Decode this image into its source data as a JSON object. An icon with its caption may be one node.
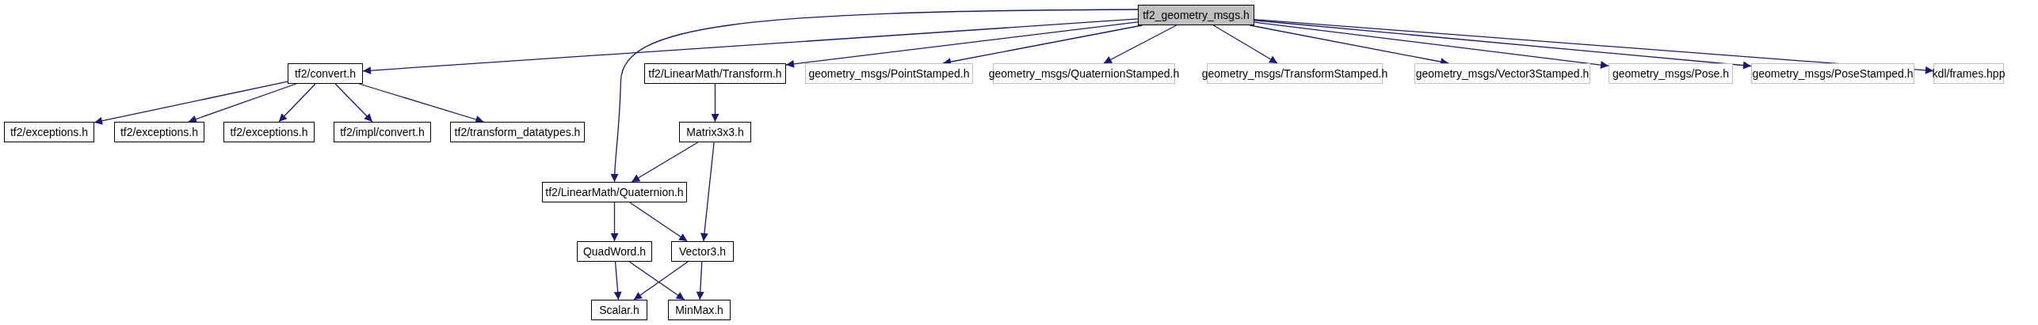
{
  "diagram": {
    "nodes": [
      {
        "text": [
          "tf2_geometry_msgs.h"
        ]
      },
      {
        "text": [
          "tf2/convert.h"
        ]
      },
      {
        "text": [
          "tf2/LinearMath/Transform.h"
        ]
      },
      {
        "text": [
          "geometry_msgs/PointStamped.h"
        ]
      },
      {
        "text": [
          "geometry_msgs/QuaternionStamped.h"
        ]
      },
      {
        "text": [
          "geometry_msgs/TransformStamped.h"
        ]
      },
      {
        "text": [
          "geometry_msgs/Vector3Stamped.h"
        ]
      },
      {
        "text": [
          "geometry_msgs/Pose.h"
        ]
      },
      {
        "text": [
          "geometry_msgs/PoseStamped.h"
        ]
      },
      {
        "text": [
          "kdl/frames.hpp"
        ]
      },
      {
        "text": [
          "tf2/exceptions.h"
        ]
      },
      {
        "text": [
          "tf2/exceptions.h"
        ]
      },
      {
        "text": [
          "tf2/exceptions.h"
        ]
      },
      {
        "text": [
          "tf2/impl/convert.h"
        ]
      },
      {
        "text": [
          "tf2/transform_datatypes.h"
        ]
      },
      {
        "text": [
          "Matrix3x3.h"
        ]
      },
      {
        "text": [
          "tf2/LinearMath/Quaternion.h"
        ]
      },
      {
        "text": [
          "QuadWord.h"
        ]
      },
      {
        "text": [
          "Vector3.h"
        ]
      },
      {
        "text": [
          "Scalar.h"
        ]
      },
      {
        "text": [
          "MinMax.h"
        ]
      }
    ],
    "edges": [
      {
        "from": 0,
        "to": 1,
        "arrow": "to"
      },
      {
        "from": 0,
        "to": 16,
        "arrow": "to"
      },
      {
        "from": 0,
        "to": 2,
        "arrow": "to"
      },
      {
        "from": 0,
        "to": 3,
        "arrow": "to"
      },
      {
        "from": 0,
        "to": 4,
        "arrow": "to"
      },
      {
        "from": 0,
        "to": 5,
        "arrow": "to"
      },
      {
        "from": 0,
        "to": 6,
        "arrow": "to"
      },
      {
        "from": 0,
        "to": 7,
        "arrow": "to"
      },
      {
        "from": 0,
        "to": 8,
        "arrow": "to"
      },
      {
        "from": 0,
        "to": 9,
        "arrow": "to"
      },
      {
        "from": 1,
        "to": 10,
        "arrow": "to"
      },
      {
        "from": 1,
        "to": 11,
        "arrow": "to"
      },
      {
        "from": 1,
        "to": 12,
        "arrow": "to"
      },
      {
        "from": 1,
        "to": 13,
        "arrow": "to"
      },
      {
        "from": 1,
        "to": 14,
        "arrow": "to"
      },
      {
        "from": 2,
        "to": 15,
        "arrow": "to"
      },
      {
        "from": 15,
        "to": 16,
        "arrow": "to"
      },
      {
        "from": 15,
        "to": 18,
        "arrow": "to"
      },
      {
        "from": 16,
        "to": 17,
        "arrow": "to"
      },
      {
        "from": 16,
        "to": 18,
        "arrow": "to"
      },
      {
        "from": 17,
        "to": 19,
        "arrow": "to"
      },
      {
        "from": 17,
        "to": 20,
        "arrow": "to"
      },
      {
        "from": 18,
        "to": 19,
        "arrow": "to"
      },
      {
        "from": 18,
        "to": 20,
        "arrow": "to"
      }
    ]
  }
}
